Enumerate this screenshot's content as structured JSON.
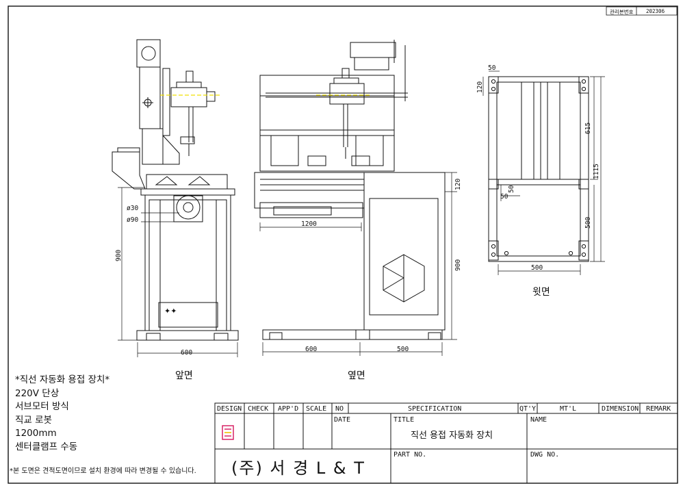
{
  "revision": {
    "label": "관리본번호",
    "value": "202306"
  },
  "views": {
    "front": "앞면",
    "side": "옆면",
    "top": "윗면"
  },
  "dimensions": {
    "front_width": "600",
    "front_height": "900",
    "pipe_dia_small": "ø30",
    "pipe_dia_large": "ø90",
    "side_rail_length": "1200",
    "side_height": "900",
    "side_base_left": "600",
    "side_base_right": "500",
    "side_rail_height": "120",
    "top_offset_50a": "50",
    "top_offset_120": "120",
    "top_length_615": "615",
    "top_total_1115": "1115",
    "top_mid_50b": "50",
    "top_mid_50c": "50",
    "top_length_500": "500",
    "top_width_500": "500"
  },
  "notes": [
    "*직선 자동화 용접 장치*",
    "220V 단상",
    "서브모터 방식",
    "직교 로봇",
    "1200mm",
    "센터클램프 수동"
  ],
  "disclaimer": "*본 도면은 견적도면이므로 설치 환경에 따라 변경될 수 있습니다.",
  "title_block": {
    "headers": [
      "DESIGN",
      "CHECK",
      "APP'D",
      "SCALE",
      "NO",
      "SPECIFICATION",
      "QT'Y",
      "MT'L",
      "DIMENSION",
      "REMARK"
    ],
    "date_label": "DATE",
    "title_label": "TITLE",
    "title_value": "직선 용접 자동화 장치",
    "name_label": "NAME",
    "part_no_label": "PART NO.",
    "dwg_no_label": "DWG NO.",
    "company": "(주) 서 경 L & T"
  },
  "colors": {
    "line": "#111111",
    "logo_red": "#d4145a",
    "logo_yellow": "#f2c200",
    "centerline_yellow": "#f0e000"
  }
}
